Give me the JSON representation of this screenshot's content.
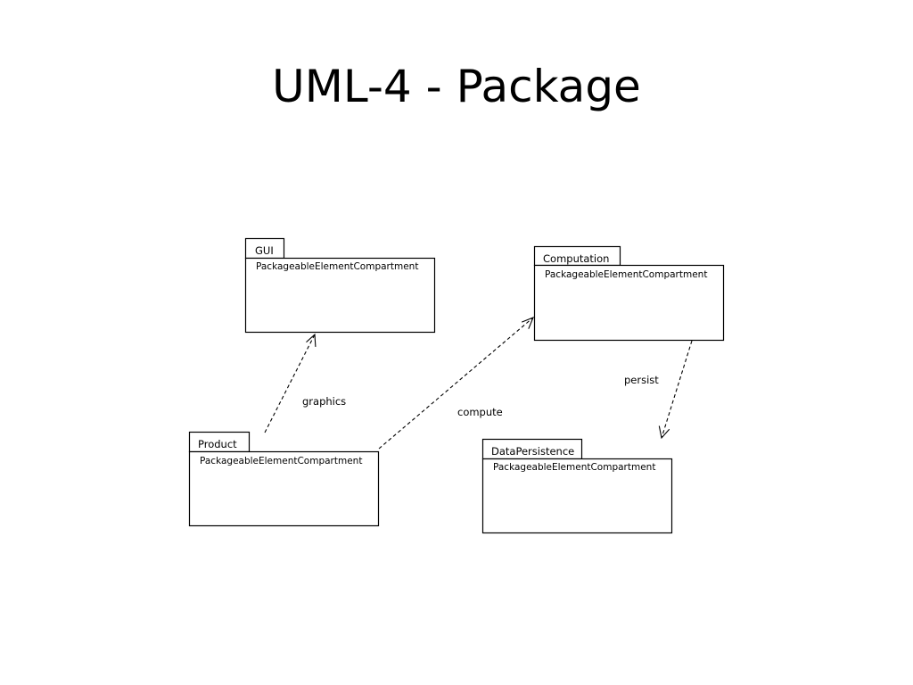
{
  "slide": {
    "title": "UML-4 - Package"
  },
  "packages": {
    "gui": {
      "name": "GUI",
      "compartment": "PackageableElementCompartment"
    },
    "computation": {
      "name": "Computation",
      "compartment": "PackageableElementCompartment"
    },
    "product": {
      "name": "Product",
      "compartment": "PackageableElementCompartment"
    },
    "data_persistence": {
      "name": "DataPersistence",
      "compartment": "PackageableElementCompartment"
    }
  },
  "dependencies": {
    "graphics": {
      "label": "graphics",
      "from": "Product",
      "to": "GUI"
    },
    "compute": {
      "label": "compute",
      "from": "Product",
      "to": "Computation"
    },
    "persist": {
      "label": "persist",
      "from": "Computation",
      "to": "DataPersistence"
    }
  },
  "colors": {
    "background": "#ffffff",
    "stroke": "#000000",
    "text": "#000000"
  }
}
